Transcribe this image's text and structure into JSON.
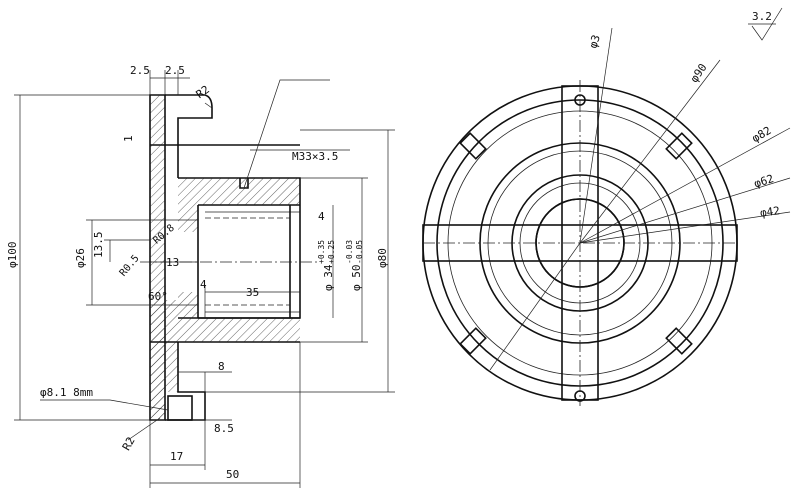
{
  "section_view": {
    "dimensions": {
      "top_width_left": "2.5",
      "top_width_right": "2.5",
      "radius_top": "R2",
      "small_one": "1",
      "thread": "M33×3.5",
      "diameter_100": "φ100",
      "diameter_26": "φ26",
      "depth_13_5": "13.5",
      "radius_0_8": "R0.8",
      "radius_0_5": "R0.5",
      "length_13": "13",
      "angle_60": "60°",
      "small_4_left": "4",
      "length_35": "35",
      "small_4_right": "4",
      "bore_34": "φ 34",
      "bore_34_tol_upper": "+0.35",
      "bore_34_tol_lower": "+0.25",
      "bore_50": "φ 50",
      "bore_50_tol_upper": "-0.03",
      "bore_50_tol_lower": "-0.05",
      "diameter_80": "φ80",
      "small_8": "8",
      "hole_label": "φ8.1  8mm",
      "radius_bottom": "R2",
      "small_8_5": "8.5",
      "length_17": "17",
      "length_50": "50"
    }
  },
  "front_view": {
    "dimensions": {
      "hole_3": "φ3",
      "diameter_90": "φ90",
      "diameter_82": "φ82",
      "diameter_62": "φ62",
      "diameter_42": "φ42"
    },
    "surface_roughness": "3.2"
  }
}
